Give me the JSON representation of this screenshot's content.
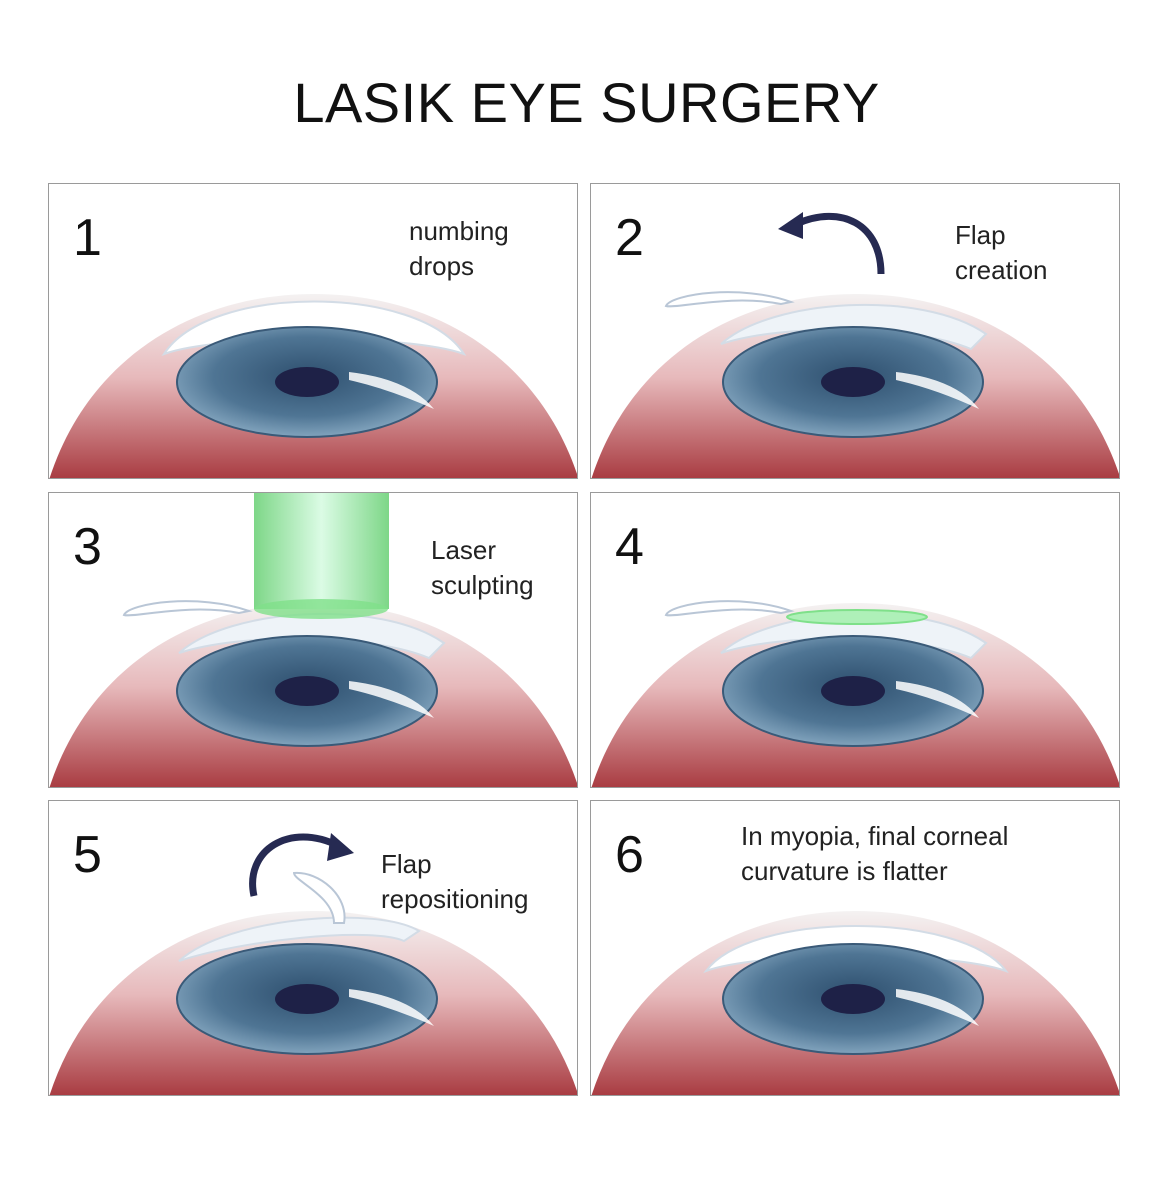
{
  "title": "LASIK EYE SURGERY",
  "colors": {
    "iris": "#4f7594",
    "pupil": "#1e2147",
    "sclera_red": "#a83a40",
    "cornea": "#eef3f8",
    "laser_green": "#7fe08a",
    "arrow": "#262a52"
  },
  "steps": [
    {
      "number": "1",
      "caption": "numbing\ndrops"
    },
    {
      "number": "2",
      "caption": "Flap\ncreation"
    },
    {
      "number": "3",
      "caption": "Laser\nsculpting"
    },
    {
      "number": "4",
      "caption": ""
    },
    {
      "number": "5",
      "caption": "Flap\nrepositioning"
    },
    {
      "number": "6",
      "caption": "In myopia, final corneal\ncurvature is flatter"
    }
  ]
}
